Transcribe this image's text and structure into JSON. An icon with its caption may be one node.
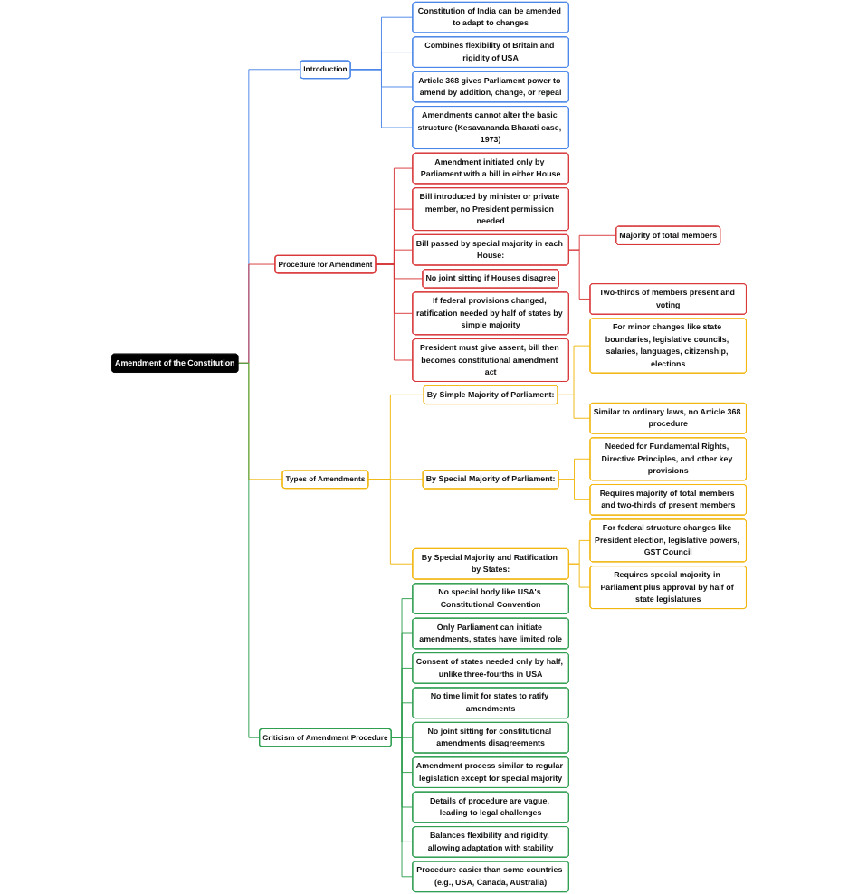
{
  "diagram": {
    "nodes": [
      {
        "text": [
          "Amendment of the Constitution"
        ]
      },
      {
        "text": [
          "Introduction"
        ]
      },
      {
        "text": [
          "Constitution of India can be amended to adapt to changes"
        ]
      },
      {
        "text": [
          "Combines flexibility of Britain and rigidity of USA"
        ]
      },
      {
        "text": [
          "Article 368 gives Parliament power to amend by addition, change, or repeal"
        ]
      },
      {
        "text": [
          "Amendments cannot alter the basic structure (Kesavananda Bharati case, 1973)"
        ]
      },
      {
        "text": [
          "Procedure for Amendment"
        ]
      },
      {
        "text": [
          "Amendment initiated only by Parliament with a bill in either House"
        ]
      },
      {
        "text": [
          "Bill introduced by minister or private member, no President permission needed"
        ]
      },
      {
        "text": [
          "Bill passed by special majority in each House:"
        ]
      },
      {
        "text": [
          "Majority of total members"
        ]
      },
      {
        "text": [
          "Two-thirds of members present and voting"
        ]
      },
      {
        "text": [
          "No joint sitting if Houses disagree"
        ]
      },
      {
        "text": [
          "If federal provisions changed, ratification needed by half of states by simple majority"
        ]
      },
      {
        "text": [
          "President must give assent, bill then becomes constitutional amendment act"
        ]
      },
      {
        "text": [
          "Types of Amendments"
        ]
      },
      {
        "text": [
          "By Simple Majority of Parliament:"
        ]
      },
      {
        "text": [
          "For minor changes like state boundaries, legislative councils, salaries, languages, citizenship, elections"
        ]
      },
      {
        "text": [
          "Similar to ordinary laws, no Article 368 procedure"
        ]
      },
      {
        "text": [
          "By Special Majority of Parliament:"
        ]
      },
      {
        "text": [
          "Needed for Fundamental Rights, Directive Principles, and other key provisions"
        ]
      },
      {
        "text": [
          "Requires majority of total members and two-thirds of present members"
        ]
      },
      {
        "text": [
          "By Special Majority and Ratification by States:"
        ]
      },
      {
        "text": [
          "For federal structure changes like President election, legislative powers, GST Council"
        ]
      },
      {
        "text": [
          "Requires special majority in Parliament plus approval by half of state legislatures"
        ]
      },
      {
        "text": [
          "Criticism of Amendment Procedure"
        ]
      },
      {
        "text": [
          "No special body like USA's Constitutional Convention"
        ]
      },
      {
        "text": [
          "Only Parliament can initiate amendments, states have limited role"
        ]
      },
      {
        "text": [
          "Consent of states needed only by half, unlike three-fourths in USA"
        ]
      },
      {
        "text": [
          "No time limit for states to ratify amendments"
        ]
      },
      {
        "text": [
          "No joint sitting for constitutional amendments disagreements"
        ]
      },
      {
        "text": [
          "Amendment process similar to regular legislation except for special majority"
        ]
      },
      {
        "text": [
          "Details of procedure are vague, leading to legal challenges"
        ]
      },
      {
        "text": [
          "Balances flexibility and rigidity, allowing adaptation with stability"
        ]
      },
      {
        "text": [
          "Procedure easier than some countries (e.g., USA, Canada, Australia)"
        ]
      }
    ],
    "edges": [
      {
        "from": 0,
        "to": 1,
        "arrow": "none",
        "color": "#4a86e8"
      },
      {
        "from": 1,
        "to": 2,
        "arrow": "none",
        "color": "#4a86e8"
      },
      {
        "from": 1,
        "to": 3,
        "arrow": "none",
        "color": "#4a86e8"
      },
      {
        "from": 1,
        "to": 4,
        "arrow": "none",
        "color": "#4a86e8"
      },
      {
        "from": 1,
        "to": 5,
        "arrow": "none",
        "color": "#4a86e8"
      },
      {
        "from": 0,
        "to": 6,
        "arrow": "none",
        "color": "#d9383a"
      },
      {
        "from": 6,
        "to": 7,
        "arrow": "none",
        "color": "#d9383a"
      },
      {
        "from": 6,
        "to": 8,
        "arrow": "none",
        "color": "#d9383a"
      },
      {
        "from": 6,
        "to": 9,
        "arrow": "none",
        "color": "#d9383a"
      },
      {
        "from": 9,
        "to": 10,
        "arrow": "none",
        "color": "#d9383a"
      },
      {
        "from": 9,
        "to": 11,
        "arrow": "none",
        "color": "#d9383a"
      },
      {
        "from": 6,
        "to": 12,
        "arrow": "none",
        "color": "#d9383a"
      },
      {
        "from": 6,
        "to": 13,
        "arrow": "none",
        "color": "#d9383a"
      },
      {
        "from": 6,
        "to": 14,
        "arrow": "none",
        "color": "#d9383a"
      },
      {
        "from": 0,
        "to": 15,
        "arrow": "none",
        "color": "#f1b70f"
      },
      {
        "from": 15,
        "to": 16,
        "arrow": "none",
        "color": "#f1b70f"
      },
      {
        "from": 16,
        "to": 17,
        "arrow": "none",
        "color": "#f1b70f"
      },
      {
        "from": 16,
        "to": 18,
        "arrow": "none",
        "color": "#f1b70f"
      },
      {
        "from": 15,
        "to": 19,
        "arrow": "none",
        "color": "#f1b70f"
      },
      {
        "from": 19,
        "to": 20,
        "arrow": "none",
        "color": "#f1b70f"
      },
      {
        "from": 19,
        "to": 21,
        "arrow": "none",
        "color": "#f1b70f"
      },
      {
        "from": 15,
        "to": 22,
        "arrow": "none",
        "color": "#f1b70f"
      },
      {
        "from": 22,
        "to": 23,
        "arrow": "none",
        "color": "#f1b70f"
      },
      {
        "from": 22,
        "to": 24,
        "arrow": "none",
        "color": "#f1b70f"
      },
      {
        "from": 0,
        "to": 25,
        "arrow": "none",
        "color": "#2e9e4f"
      },
      {
        "from": 25,
        "to": 26,
        "arrow": "none",
        "color": "#2e9e4f"
      },
      {
        "from": 25,
        "to": 27,
        "arrow": "none",
        "color": "#2e9e4f"
      },
      {
        "from": 25,
        "to": 28,
        "arrow": "none",
        "color": "#2e9e4f"
      },
      {
        "from": 25,
        "to": 29,
        "arrow": "none",
        "color": "#2e9e4f"
      },
      {
        "from": 25,
        "to": 30,
        "arrow": "none",
        "color": "#2e9e4f"
      },
      {
        "from": 25,
        "to": 31,
        "arrow": "none",
        "color": "#2e9e4f"
      },
      {
        "from": 25,
        "to": 32,
        "arrow": "none",
        "color": "#2e9e4f"
      },
      {
        "from": 25,
        "to": 33,
        "arrow": "none",
        "color": "#2e9e4f"
      },
      {
        "from": 25,
        "to": 34,
        "arrow": "none",
        "color": "#2e9e4f"
      }
    ]
  }
}
